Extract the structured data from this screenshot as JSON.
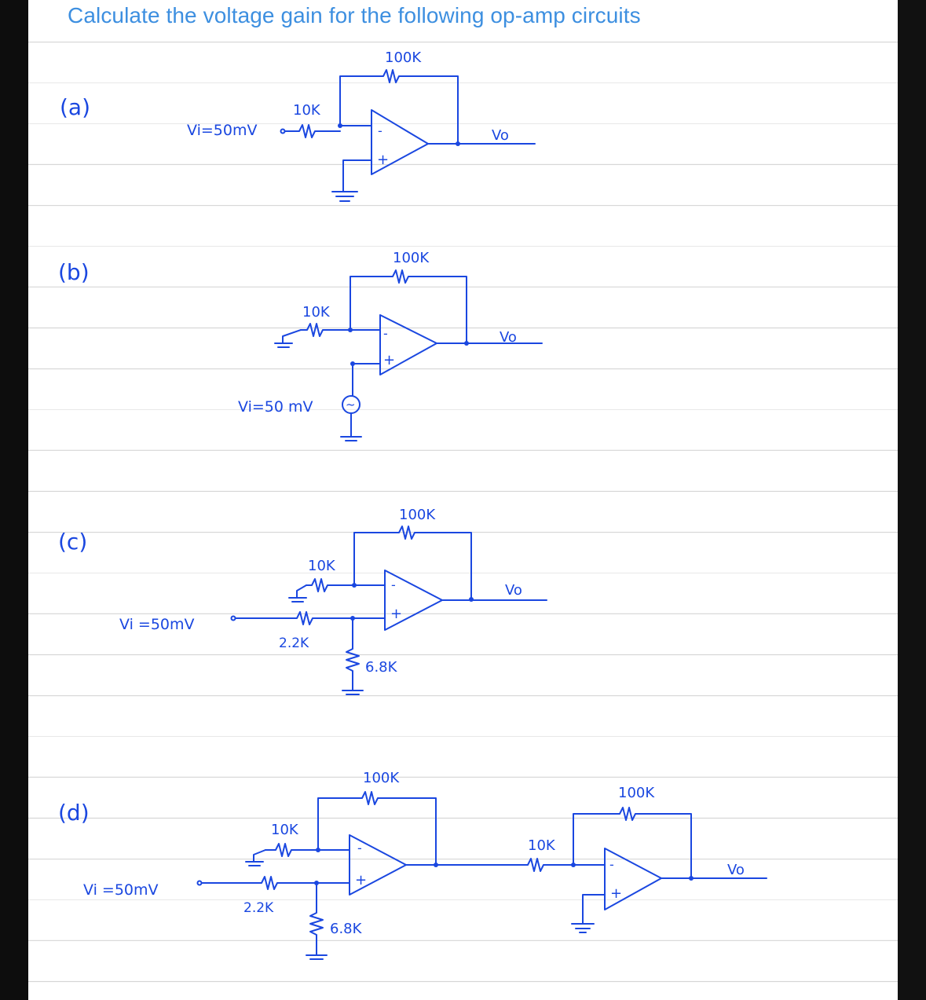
{
  "title": "Calculate the voltage gain for the following op-amp circuits",
  "circuits": {
    "a": {
      "label": "(a)",
      "vi": "Vi=50mV",
      "r_in": "10K",
      "r_f": "100K",
      "vo": "Vo",
      "minus": "-",
      "plus": "+"
    },
    "b": {
      "label": "(b)",
      "vi": "Vi=50 mV",
      "r_in": "10K",
      "r_f": "100K",
      "vo": "Vo",
      "source": "~",
      "minus": "-",
      "plus": "+"
    },
    "c": {
      "label": "(c)",
      "vi": "Vi =50mV",
      "r_in": "10K",
      "r_f": "100K",
      "r_series": "2.2K",
      "r_shunt": "6.8K",
      "vo": "Vo",
      "minus": "-",
      "plus": "+"
    },
    "d": {
      "label": "(d)",
      "vi": "Vi =50mV",
      "r_in": "10K",
      "r_f": "100K",
      "r_series": "2.2K",
      "r_shunt": "6.8K",
      "r_in2": "10K",
      "r_f2": "100K",
      "vo": "Vo",
      "minus": "-",
      "plus": "+",
      "minus2": "-",
      "plus2": "+"
    }
  },
  "colors": {
    "title": "#3d8fe0",
    "ink": "#1a47e0",
    "paper": "#ffffff",
    "rules": "#d6d6d6",
    "frame": "#000000"
  }
}
